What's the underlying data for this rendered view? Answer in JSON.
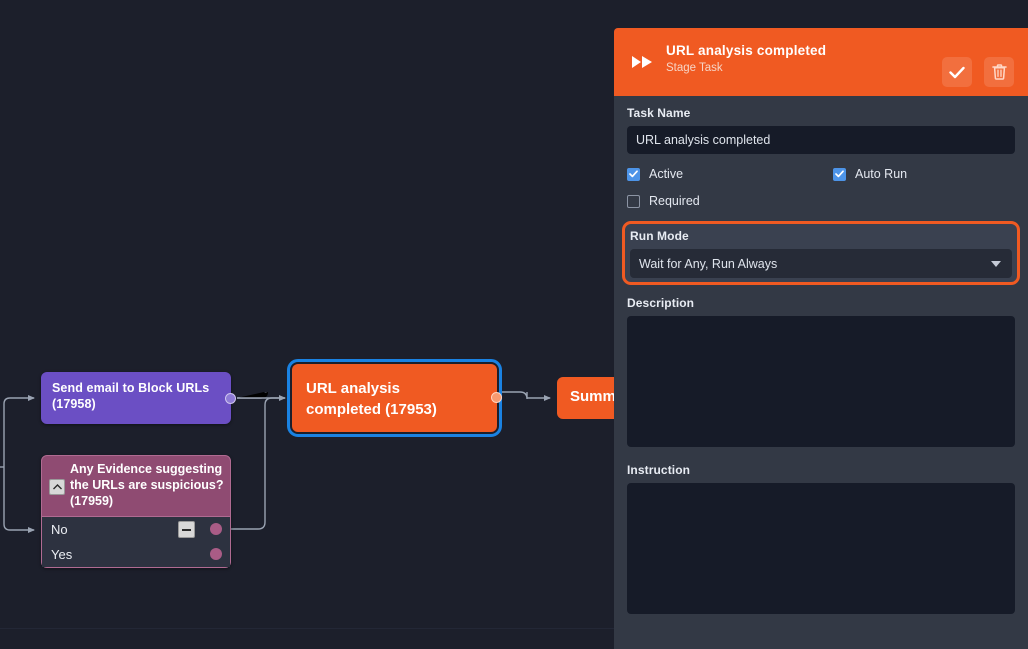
{
  "theme": {
    "canvas_bg": "#1c1f2b",
    "panel_bg": "#333945",
    "accent_orange": "#f05a22",
    "selection_blue": "#1a82e2",
    "checkbox_blue": "#4d94e8",
    "input_bg": "#161b28"
  },
  "canvas": {
    "nodes": [
      {
        "id": "17958",
        "name": "send-email-node",
        "label": "Send email to Block URLs\n(17958)",
        "title": "Send email to Block URLs",
        "ref": "(17958)",
        "color": "#6b4fc4",
        "type": "task"
      },
      {
        "id": "17959",
        "name": "evidence-decision-node",
        "title": "Any Evidence suggesting the URLs are suspicious?",
        "ref": "(17959)",
        "color": "#8f4b72",
        "type": "decision",
        "collapse_icon": "chevron-up-icon",
        "branches": [
          {
            "label": "No",
            "has_minus": true
          },
          {
            "label": "Yes",
            "has_minus": false
          }
        ]
      },
      {
        "id": "17953",
        "name": "url-analysis-node",
        "title": "URL analysis completed (17953)",
        "color": "#f05a22",
        "type": "task",
        "selected": true
      },
      {
        "id": "summary",
        "name": "summary-node",
        "title": "Summ",
        "color": "#f05a22",
        "type": "task",
        "clipped": true
      }
    ]
  },
  "panel": {
    "header": {
      "icon": "fast-forward-icon",
      "title": "URL analysis completed",
      "subtitle": "Stage Task",
      "accept_icon": "check-icon",
      "delete_icon": "trash-icon"
    },
    "task_name": {
      "label": "Task Name",
      "value": "URL analysis completed",
      "placeholder": ""
    },
    "checkboxes": [
      {
        "label": "Active",
        "checked": true
      },
      {
        "label": "Auto Run",
        "checked": true
      },
      {
        "label": "Required",
        "checked": false
      }
    ],
    "run_mode": {
      "label": "Run Mode",
      "value": "Wait for Any, Run Always",
      "highlighted": true,
      "caret_icon": "chevron-down-icon"
    },
    "description": {
      "label": "Description",
      "value": "",
      "placeholder": ""
    },
    "instruction": {
      "label": "Instruction",
      "value": "",
      "placeholder": ""
    }
  }
}
